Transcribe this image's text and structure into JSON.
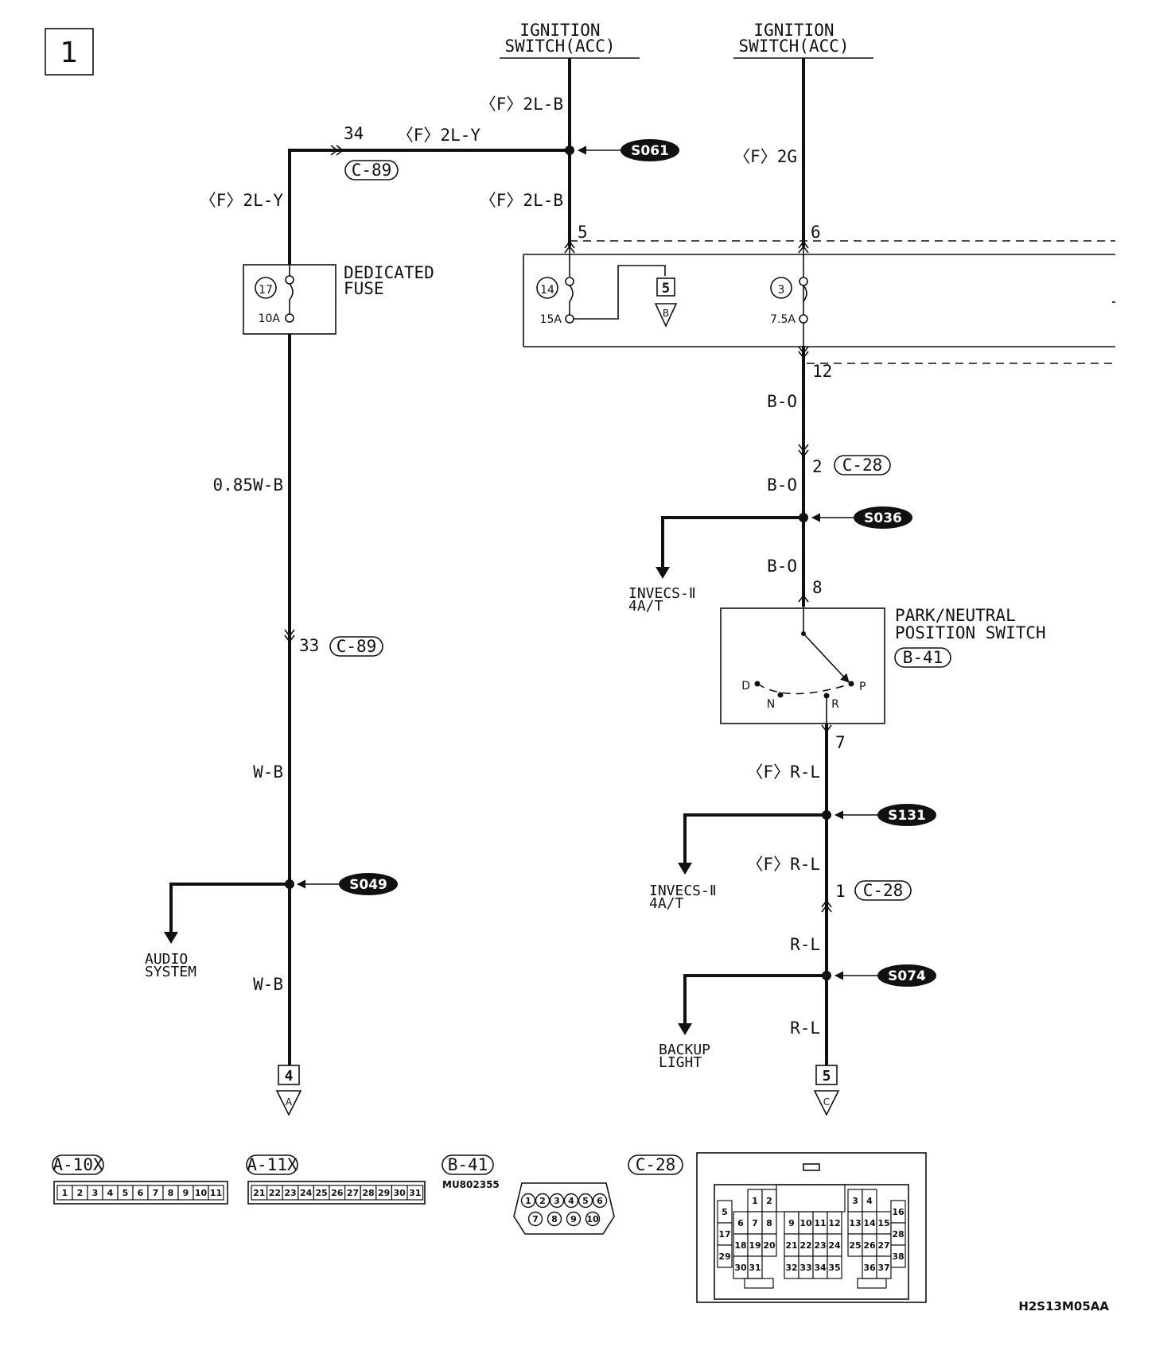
{
  "page_number": "1",
  "drawing_code": "H2S13M05AA",
  "sources": {
    "left": {
      "line1": "IGNITION",
      "line2": "SWITCH(ACC)"
    },
    "right": {
      "line1": "IGNITION",
      "line2": "SWITCH(ACC)"
    }
  },
  "wires": {
    "fuse_feed_top": "〈F〉2L-B",
    "fuse_feed_bottom": "〈F〉2L-B",
    "branch_top": "〈F〉2L-Y",
    "branch_side": "〈F〉2L-Y",
    "acc_right": "〈F〉2G",
    "left_main": "0.85W-B",
    "left_mid": "W-B",
    "left_bottom": "W-B",
    "right_b_o_1": "B-O",
    "right_b_o_2": "B-O",
    "right_b_o_3": "B-O",
    "right_r_l_1": "〈F〉R-L",
    "right_r_l_2": "〈F〉R-L",
    "right_r_l_3": "R-L",
    "right_r_l_4": "R-L"
  },
  "pins": {
    "c89_top": "34",
    "c89_bottom": "33",
    "fuse_in_5": "5",
    "fuse_in_6": "6",
    "fuse_out_12": "12",
    "c28_top": "2",
    "pn_in": "8",
    "pn_out": "7",
    "c28_bottom": "1"
  },
  "connectors": {
    "c89_a": "C-89",
    "c89_b": "C-89",
    "c28_a": "C-28",
    "c28_b": "C-28",
    "b41": "B-41"
  },
  "splices": {
    "s061": "S061",
    "s049": "S049",
    "s036": "S036",
    "s131": "S131",
    "s074": "S074"
  },
  "fuses": {
    "dedicated": {
      "num": "17",
      "rating": "10A",
      "label1": "DEDICATED",
      "label2": "FUSE"
    },
    "f14": {
      "num": "14",
      "rating": "15A"
    },
    "f3": {
      "num": "3",
      "rating": "7.5A"
    }
  },
  "refs": {
    "mid_num": "5",
    "mid_letter": "B",
    "bottom_left_num": "4",
    "bottom_left_letter": "A",
    "bottom_right_num": "5",
    "bottom_right_letter": "C"
  },
  "destinations": {
    "audio_1": "AUDIO",
    "audio_2": "SYSTEM",
    "invecs_a_1": "INVECS-Ⅱ",
    "invecs_a_2": "4A/T",
    "invecs_b_1": "INVECS-Ⅱ",
    "invecs_b_2": "4A/T",
    "backup_1": "BACKUP",
    "backup_2": "LIGHT"
  },
  "switch": {
    "title1": "PARK/NEUTRAL",
    "title2": "POSITION SWITCH",
    "connector": "B-41",
    "pos_d": "D",
    "pos_n": "N",
    "pos_r": "R",
    "pos_p": "P"
  },
  "legend": {
    "a10x": {
      "name": "A-10X",
      "pins": [
        "1",
        "2",
        "3",
        "4",
        "5",
        "6",
        "7",
        "8",
        "9",
        "10",
        "11"
      ]
    },
    "a11x": {
      "name": "A-11X",
      "pins": [
        "21",
        "22",
        "23",
        "24",
        "25",
        "26",
        "27",
        "28",
        "29",
        "30",
        "31"
      ]
    },
    "b41": {
      "name": "B-41",
      "part": "MU802355",
      "row1": [
        "1",
        "2",
        "3",
        "4",
        "5",
        "6"
      ],
      "row2": [
        "7",
        "8",
        "9",
        "10"
      ]
    },
    "c28": {
      "name": "C-28",
      "cells": [
        "1",
        "2",
        "3",
        "4",
        "5",
        "6",
        "7",
        "8",
        "9",
        "10",
        "11",
        "12",
        "13",
        "14",
        "15",
        "16",
        "17",
        "18",
        "19",
        "20",
        "21",
        "22",
        "23",
        "24",
        "25",
        "26",
        "27",
        "28",
        "29",
        "30",
        "31",
        "32",
        "33",
        "34",
        "35",
        "36",
        "37",
        "38"
      ]
    }
  }
}
